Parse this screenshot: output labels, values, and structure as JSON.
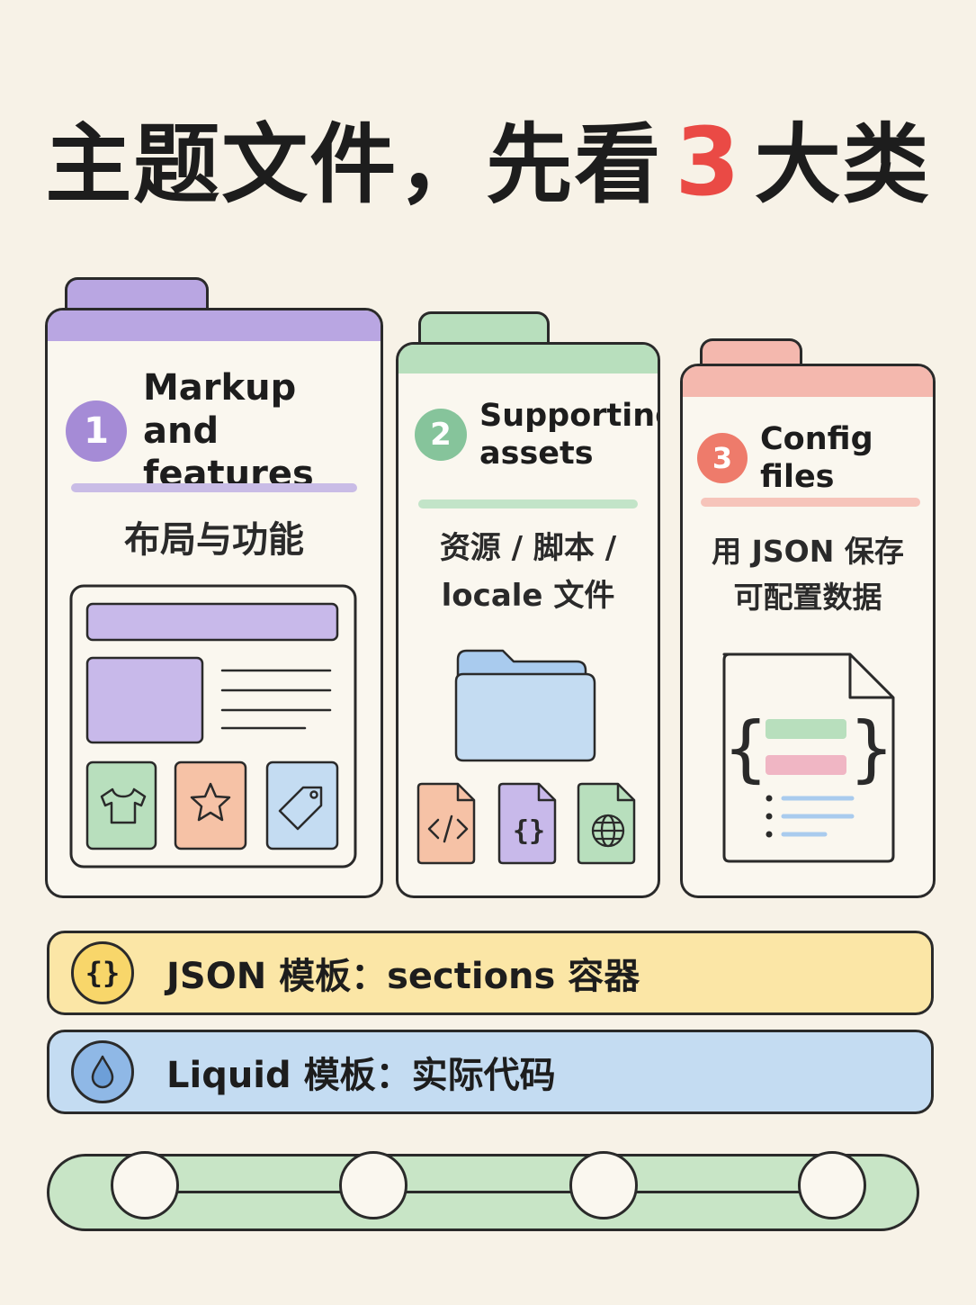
{
  "title": {
    "prefix": "主题文件，先看",
    "number": "3",
    "suffix": "大类"
  },
  "colors": {
    "background": "#f7f2e7",
    "purple": "#b9a6e2",
    "green": "#b8dfbd",
    "pink": "#f4b8ae",
    "yellow": "#fbe6a6",
    "blue": "#c4dcf2",
    "accent_red": "#ea4a45"
  },
  "cards": [
    {
      "number": "1",
      "title_lines": [
        "Markup and",
        "features"
      ],
      "subtitle_lines": [
        "布局与功能"
      ]
    },
    {
      "number": "2",
      "title_lines": [
        "Supporting",
        "assets"
      ],
      "subtitle_lines": [
        "资源 / 脚本 /",
        "locale 文件"
      ]
    },
    {
      "number": "3",
      "title_lines": [
        "Config files"
      ],
      "subtitle_lines": [
        "用 JSON 保存",
        "可配置数据"
      ]
    }
  ],
  "bars": [
    {
      "icon": "braces-icon",
      "label": "JSON 模板：sections 容器"
    },
    {
      "icon": "liquid-drop-icon",
      "label": "Liquid 模板：实际代码"
    }
  ],
  "track": {
    "stops": 4
  }
}
